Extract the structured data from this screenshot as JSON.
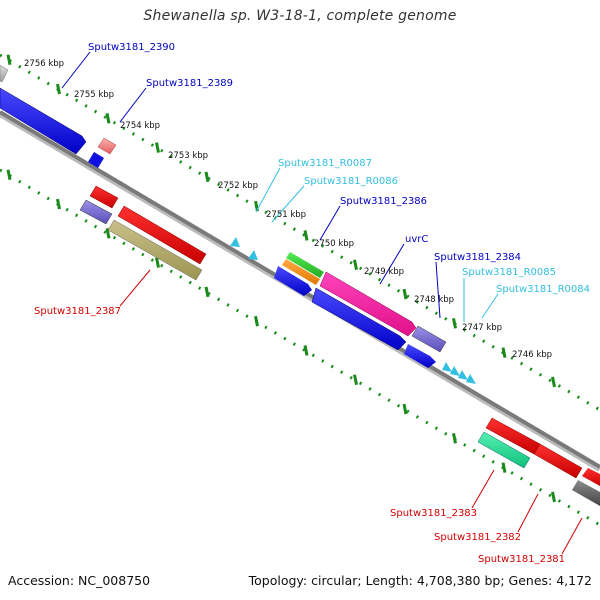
{
  "title": "Shewanella sp. W3-18-1, complete genome",
  "footer": {
    "accession": "Accession: NC_008750",
    "topology": "Topology: circular; Length: 4,708,380 bp; Genes: 4,172"
  },
  "colors": {
    "gene_blue": "#1010e0",
    "gene_red": "#e60000",
    "label_dark_blue": "#0000c0",
    "label_light_blue": "#33c0e0",
    "label_red": "#d00000",
    "tick_green": "#1a8a1a",
    "backbone_gray": "#7a7a7a"
  },
  "ticks": [
    {
      "label": "2756 kbp"
    },
    {
      "label": "2755 kbp"
    },
    {
      "label": "2754 kbp"
    },
    {
      "label": "2753 kbp"
    },
    {
      "label": "2752 kbp"
    },
    {
      "label": "2751 kbp"
    },
    {
      "label": "2750 kbp"
    },
    {
      "label": "2749 kbp"
    },
    {
      "label": "2748 kbp"
    },
    {
      "label": "2747 kbp"
    },
    {
      "label": "2746 kbp"
    }
  ],
  "gene_labels": [
    {
      "text": "Sputw3181_2390",
      "color": "label_dark_blue"
    },
    {
      "text": "Sputw3181_2389",
      "color": "label_dark_blue"
    },
    {
      "text": "Sputw3181_R0087",
      "color": "label_light_blue"
    },
    {
      "text": "Sputw3181_R0086",
      "color": "label_light_blue"
    },
    {
      "text": "Sputw3181_2386",
      "color": "label_dark_blue"
    },
    {
      "text": "uvrC",
      "color": "label_dark_blue"
    },
    {
      "text": "Sputw3181_2384",
      "color": "label_dark_blue"
    },
    {
      "text": "Sputw3181_R0085",
      "color": "label_light_blue"
    },
    {
      "text": "Sputw3181_R0084",
      "color": "label_light_blue"
    },
    {
      "text": "Sputw3181_2387",
      "color": "label_red"
    },
    {
      "text": "Sputw3181_2383",
      "color": "label_red"
    },
    {
      "text": "Sputw3181_2382",
      "color": "label_red"
    },
    {
      "text": "Sputw3181_2381",
      "color": "label_red"
    }
  ]
}
